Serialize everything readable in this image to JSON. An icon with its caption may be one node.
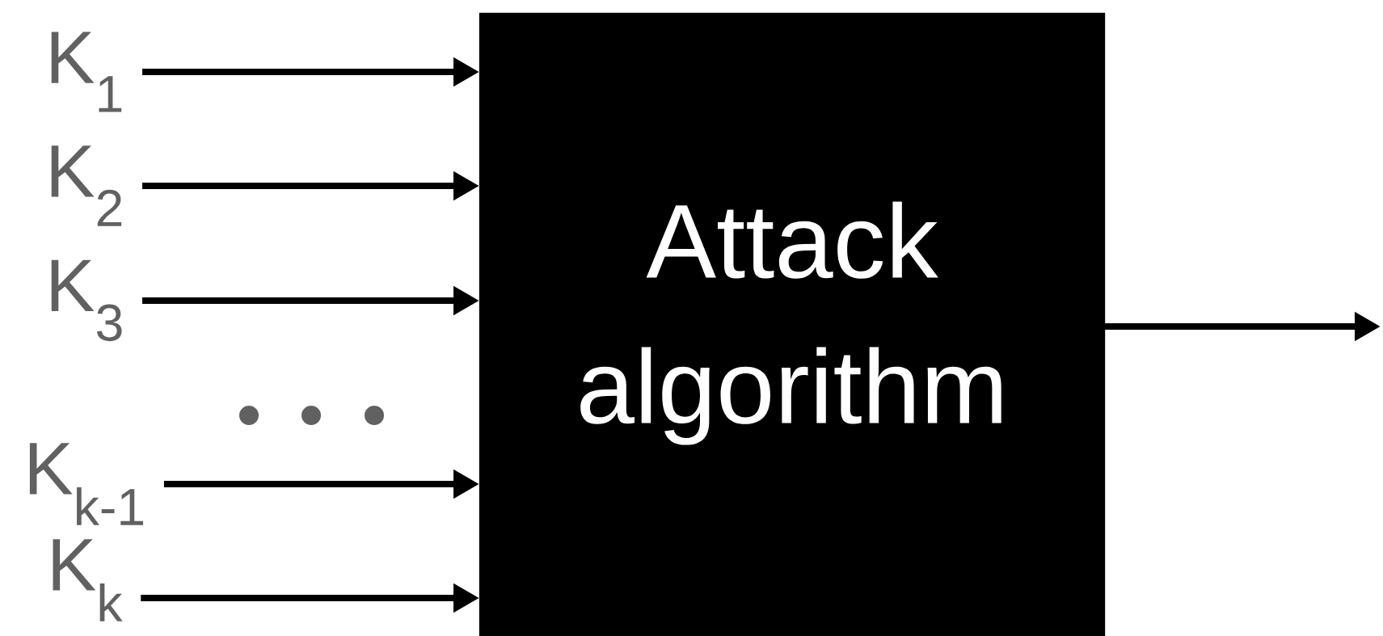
{
  "diagram": {
    "nodes": [
      {
        "text": [
          "K$_{1}$"
        ]
      },
      {
        "text": [
          "K$_{2}$"
        ]
      },
      {
        "text": [
          "K$_{3}$"
        ]
      },
      {
        "text": [
          "K$_{k-1}$"
        ]
      },
      {
        "text": [
          "K$_{k}$"
        ]
      },
      {
        "text": [
          "Attack algorithm"
        ]
      }
    ],
    "edges": [
      {
        "from": 0,
        "to": 5,
        "arrow": "to"
      },
      {
        "from": 1,
        "to": 5,
        "arrow": "to"
      },
      {
        "from": 2,
        "to": 5,
        "arrow": "to"
      },
      {
        "from": 3,
        "to": 5,
        "arrow": "to"
      },
      {
        "from": 4,
        "to": 5,
        "arrow": "to"
      },
      {
        "from": 5,
        "to": null,
        "arrow": "to"
      }
    ]
  }
}
